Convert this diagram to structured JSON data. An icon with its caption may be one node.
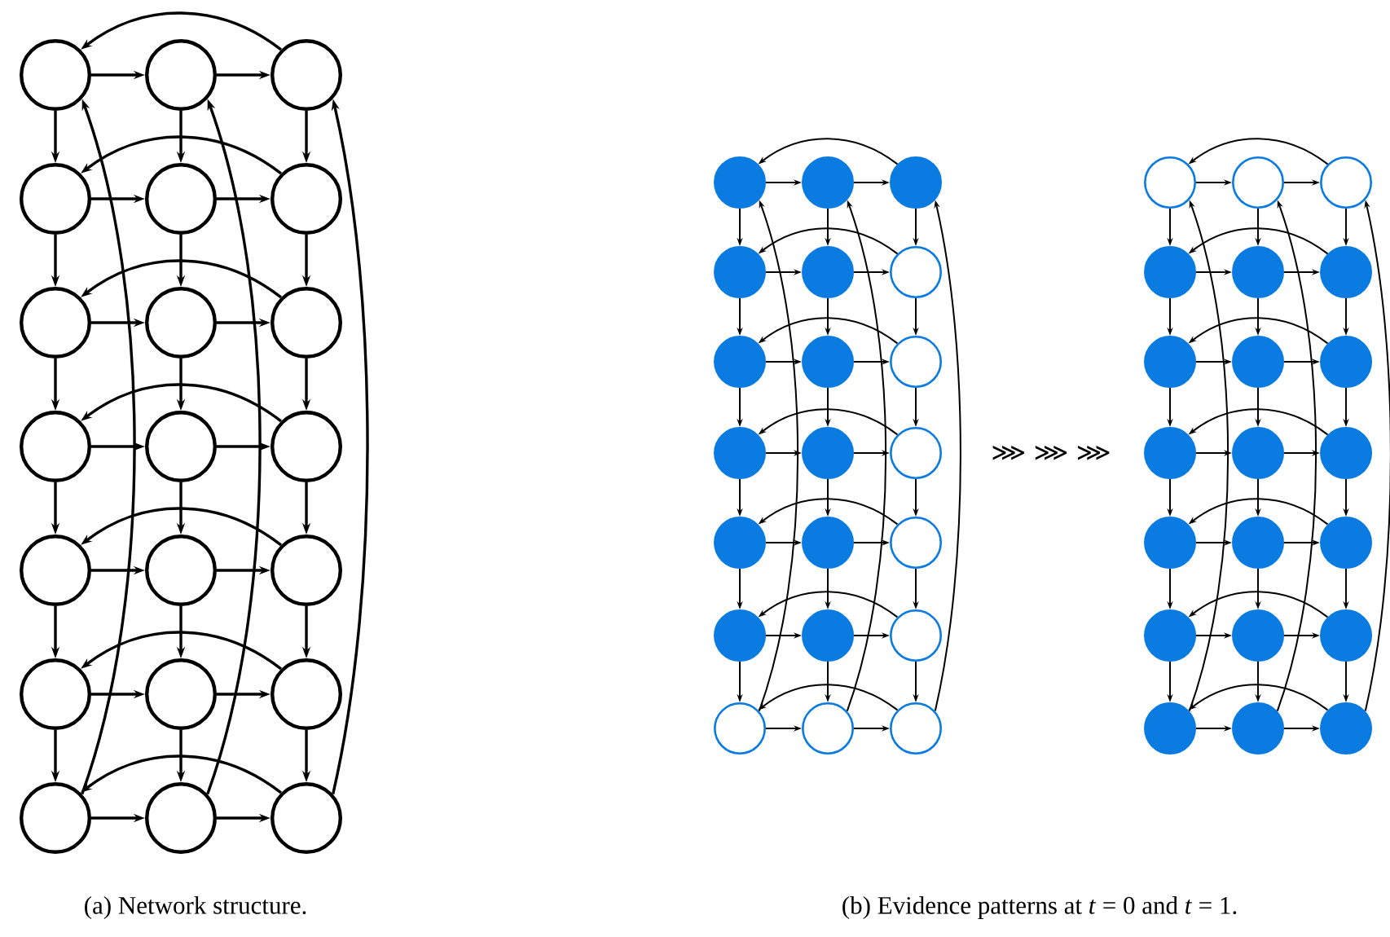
{
  "diagram": {
    "nodes": [
      {
        "text": [],
        "shape": "circle"
      },
      {
        "text": [],
        "shape": "circle"
      },
      {
        "text": [],
        "shape": "circle"
      },
      {
        "text": [],
        "shape": "circle"
      },
      {
        "text": [],
        "shape": "circle"
      },
      {
        "text": [],
        "shape": "circle"
      },
      {
        "text": [],
        "shape": "circle"
      },
      {
        "text": [],
        "shape": "circle"
      },
      {
        "text": [],
        "shape": "circle"
      },
      {
        "text": [],
        "shape": "circle"
      },
      {
        "text": [],
        "shape": "circle"
      },
      {
        "text": [],
        "shape": "circle"
      },
      {
        "text": [],
        "shape": "circle"
      },
      {
        "text": [],
        "shape": "circle"
      },
      {
        "text": [],
        "shape": "circle"
      },
      {
        "text": [],
        "shape": "circle"
      },
      {
        "text": [],
        "shape": "circle"
      },
      {
        "text": [],
        "shape": "circle"
      },
      {
        "text": [],
        "shape": "circle"
      },
      {
        "text": [],
        "shape": "circle"
      },
      {
        "text": [],
        "shape": "circle"
      },
      {
        "text": [],
        "shape": "dot"
      },
      {
        "text": [],
        "shape": "dot"
      },
      {
        "text": [],
        "shape": "dot"
      },
      {
        "text": [],
        "shape": "dot"
      },
      {
        "text": [],
        "shape": "dot"
      },
      {
        "text": [],
        "shape": "circle"
      },
      {
        "text": [],
        "shape": "dot"
      },
      {
        "text": [],
        "shape": "dot"
      },
      {
        "text": [],
        "shape": "circle"
      },
      {
        "text": [],
        "shape": "dot"
      },
      {
        "text": [],
        "shape": "dot"
      },
      {
        "text": [],
        "shape": "circle"
      },
      {
        "text": [],
        "shape": "dot"
      },
      {
        "text": [],
        "shape": "dot"
      },
      {
        "text": [],
        "shape": "circle"
      },
      {
        "text": [],
        "shape": "dot"
      },
      {
        "text": [],
        "shape": "dot"
      },
      {
        "text": [],
        "shape": "circle"
      },
      {
        "text": [],
        "shape": "circle"
      },
      {
        "text": [],
        "shape": "circle"
      },
      {
        "text": [],
        "shape": "circle"
      },
      {
        "text": [],
        "shape": "circle"
      },
      {
        "text": [],
        "shape": "circle"
      },
      {
        "text": [],
        "shape": "circle"
      },
      {
        "text": [],
        "shape": "dot"
      },
      {
        "text": [],
        "shape": "dot"
      },
      {
        "text": [],
        "shape": "dot"
      },
      {
        "text": [],
        "shape": "dot"
      },
      {
        "text": [],
        "shape": "dot"
      },
      {
        "text": [],
        "shape": "dot"
      },
      {
        "text": [],
        "shape": "dot"
      },
      {
        "text": [],
        "shape": "dot"
      },
      {
        "text": [],
        "shape": "dot"
      },
      {
        "text": [],
        "shape": "dot"
      },
      {
        "text": [],
        "shape": "dot"
      },
      {
        "text": [],
        "shape": "dot"
      },
      {
        "text": [],
        "shape": "dot"
      },
      {
        "text": [],
        "shape": "dot"
      },
      {
        "text": [],
        "shape": "dot"
      },
      {
        "text": [],
        "shape": "dot"
      },
      {
        "text": [],
        "shape": "dot"
      },
      {
        "text": [],
        "shape": "dot"
      }
    ],
    "edges": [
      {
        "from": 0,
        "to": 1,
        "arrow": "to"
      },
      {
        "from": 1,
        "to": 2,
        "arrow": "to"
      },
      {
        "from": 3,
        "to": 4,
        "arrow": "to"
      },
      {
        "from": 4,
        "to": 5,
        "arrow": "to"
      },
      {
        "from": 6,
        "to": 7,
        "arrow": "to"
      },
      {
        "from": 7,
        "to": 8,
        "arrow": "to"
      },
      {
        "from": 9,
        "to": 10,
        "arrow": "to"
      },
      {
        "from": 10,
        "to": 11,
        "arrow": "to"
      },
      {
        "from": 12,
        "to": 13,
        "arrow": "to"
      },
      {
        "from": 13,
        "to": 14,
        "arrow": "to"
      },
      {
        "from": 15,
        "to": 16,
        "arrow": "to"
      },
      {
        "from": 16,
        "to": 17,
        "arrow": "to"
      },
      {
        "from": 18,
        "to": 19,
        "arrow": "to"
      },
      {
        "from": 19,
        "to": 20,
        "arrow": "to"
      },
      {
        "from": 0,
        "to": 3,
        "arrow": "to"
      },
      {
        "from": 1,
        "to": 4,
        "arrow": "to"
      },
      {
        "from": 2,
        "to": 5,
        "arrow": "to"
      },
      {
        "from": 3,
        "to": 6,
        "arrow": "to"
      },
      {
        "from": 4,
        "to": 7,
        "arrow": "to"
      },
      {
        "from": 5,
        "to": 8,
        "arrow": "to"
      },
      {
        "from": 6,
        "to": 9,
        "arrow": "to"
      },
      {
        "from": 7,
        "to": 10,
        "arrow": "to"
      },
      {
        "from": 8,
        "to": 11,
        "arrow": "to"
      },
      {
        "from": 9,
        "to": 12,
        "arrow": "to"
      },
      {
        "from": 10,
        "to": 13,
        "arrow": "to"
      },
      {
        "from": 11,
        "to": 14,
        "arrow": "to"
      },
      {
        "from": 12,
        "to": 15,
        "arrow": "to"
      },
      {
        "from": 13,
        "to": 16,
        "arrow": "to"
      },
      {
        "from": 14,
        "to": 17,
        "arrow": "to"
      },
      {
        "from": 15,
        "to": 18,
        "arrow": "to"
      },
      {
        "from": 16,
        "to": 19,
        "arrow": "to"
      },
      {
        "from": 17,
        "to": 20,
        "arrow": "to"
      },
      {
        "from": 2,
        "to": 0,
        "arrow": "to"
      },
      {
        "from": 5,
        "to": 3,
        "arrow": "to"
      },
      {
        "from": 8,
        "to": 6,
        "arrow": "to"
      },
      {
        "from": 11,
        "to": 9,
        "arrow": "to"
      },
      {
        "from": 14,
        "to": 12,
        "arrow": "to"
      },
      {
        "from": 17,
        "to": 15,
        "arrow": "to"
      },
      {
        "from": 20,
        "to": 18,
        "arrow": "to"
      },
      {
        "from": 18,
        "to": 0,
        "arrow": "to"
      },
      {
        "from": 19,
        "to": 1,
        "arrow": "to"
      },
      {
        "from": 20,
        "to": 2,
        "arrow": "to"
      },
      {
        "from": 21,
        "to": 22,
        "arrow": "to"
      },
      {
        "from": 22,
        "to": 23,
        "arrow": "to"
      },
      {
        "from": 24,
        "to": 25,
        "arrow": "to"
      },
      {
        "from": 25,
        "to": 26,
        "arrow": "to"
      },
      {
        "from": 27,
        "to": 28,
        "arrow": "to"
      },
      {
        "from": 28,
        "to": 29,
        "arrow": "to"
      },
      {
        "from": 30,
        "to": 31,
        "arrow": "to"
      },
      {
        "from": 31,
        "to": 32,
        "arrow": "to"
      },
      {
        "from": 33,
        "to": 34,
        "arrow": "to"
      },
      {
        "from": 34,
        "to": 35,
        "arrow": "to"
      },
      {
        "from": 36,
        "to": 37,
        "arrow": "to"
      },
      {
        "from": 37,
        "to": 38,
        "arrow": "to"
      },
      {
        "from": 39,
        "to": 40,
        "arrow": "to"
      },
      {
        "from": 40,
        "to": 41,
        "arrow": "to"
      },
      {
        "from": 21,
        "to": 24,
        "arrow": "to"
      },
      {
        "from": 22,
        "to": 25,
        "arrow": "to"
      },
      {
        "from": 23,
        "to": 26,
        "arrow": "to"
      },
      {
        "from": 24,
        "to": 27,
        "arrow": "to"
      },
      {
        "from": 25,
        "to": 28,
        "arrow": "to"
      },
      {
        "from": 26,
        "to": 29,
        "arrow": "to"
      },
      {
        "from": 27,
        "to": 30,
        "arrow": "to"
      },
      {
        "from": 28,
        "to": 31,
        "arrow": "to"
      },
      {
        "from": 29,
        "to": 32,
        "arrow": "to"
      },
      {
        "from": 30,
        "to": 33,
        "arrow": "to"
      },
      {
        "from": 31,
        "to": 34,
        "arrow": "to"
      },
      {
        "from": 32,
        "to": 35,
        "arrow": "to"
      },
      {
        "from": 33,
        "to": 36,
        "arrow": "to"
      },
      {
        "from": 34,
        "to": 37,
        "arrow": "to"
      },
      {
        "from": 35,
        "to": 38,
        "arrow": "to"
      },
      {
        "from": 36,
        "to": 39,
        "arrow": "to"
      },
      {
        "from": 37,
        "to": 40,
        "arrow": "to"
      },
      {
        "from": 38,
        "to": 41,
        "arrow": "to"
      },
      {
        "from": 23,
        "to": 21,
        "arrow": "to"
      },
      {
        "from": 26,
        "to": 24,
        "arrow": "to"
      },
      {
        "from": 29,
        "to": 27,
        "arrow": "to"
      },
      {
        "from": 32,
        "to": 30,
        "arrow": "to"
      },
      {
        "from": 35,
        "to": 33,
        "arrow": "to"
      },
      {
        "from": 38,
        "to": 36,
        "arrow": "to"
      },
      {
        "from": 41,
        "to": 39,
        "arrow": "to"
      },
      {
        "from": 39,
        "to": 21,
        "arrow": "to"
      },
      {
        "from": 40,
        "to": 22,
        "arrow": "to"
      },
      {
        "from": 41,
        "to": 23,
        "arrow": "to"
      },
      {
        "from": 42,
        "to": 43,
        "arrow": "to"
      },
      {
        "from": 43,
        "to": 44,
        "arrow": "to"
      },
      {
        "from": 45,
        "to": 46,
        "arrow": "to"
      },
      {
        "from": 46,
        "to": 47,
        "arrow": "to"
      },
      {
        "from": 48,
        "to": 49,
        "arrow": "to"
      },
      {
        "from": 49,
        "to": 50,
        "arrow": "to"
      },
      {
        "from": 51,
        "to": 52,
        "arrow": "to"
      },
      {
        "from": 52,
        "to": 53,
        "arrow": "to"
      },
      {
        "from": 54,
        "to": 55,
        "arrow": "to"
      },
      {
        "from": 55,
        "to": 56,
        "arrow": "to"
      },
      {
        "from": 57,
        "to": 58,
        "arrow": "to"
      },
      {
        "from": 58,
        "to": 59,
        "arrow": "to"
      },
      {
        "from": 60,
        "to": 61,
        "arrow": "to"
      },
      {
        "from": 61,
        "to": 62,
        "arrow": "to"
      },
      {
        "from": 42,
        "to": 45,
        "arrow": "to"
      },
      {
        "from": 43,
        "to": 46,
        "arrow": "to"
      },
      {
        "from": 44,
        "to": 47,
        "arrow": "to"
      },
      {
        "from": 45,
        "to": 48,
        "arrow": "to"
      },
      {
        "from": 46,
        "to": 49,
        "arrow": "to"
      },
      {
        "from": 47,
        "to": 50,
        "arrow": "to"
      },
      {
        "from": 48,
        "to": 51,
        "arrow": "to"
      },
      {
        "from": 49,
        "to": 52,
        "arrow": "to"
      },
      {
        "from": 50,
        "to": 53,
        "arrow": "to"
      },
      {
        "from": 51,
        "to": 54,
        "arrow": "to"
      },
      {
        "from": 52,
        "to": 55,
        "arrow": "to"
      },
      {
        "from": 53,
        "to": 56,
        "arrow": "to"
      },
      {
        "from": 54,
        "to": 57,
        "arrow": "to"
      },
      {
        "from": 55,
        "to": 58,
        "arrow": "to"
      },
      {
        "from": 56,
        "to": 59,
        "arrow": "to"
      },
      {
        "from": 57,
        "to": 60,
        "arrow": "to"
      },
      {
        "from": 58,
        "to": 61,
        "arrow": "to"
      },
      {
        "from": 59,
        "to": 62,
        "arrow": "to"
      },
      {
        "from": 44,
        "to": 42,
        "arrow": "to"
      },
      {
        "from": 47,
        "to": 45,
        "arrow": "to"
      },
      {
        "from": 50,
        "to": 48,
        "arrow": "to"
      },
      {
        "from": 53,
        "to": 51,
        "arrow": "to"
      },
      {
        "from": 56,
        "to": 54,
        "arrow": "to"
      },
      {
        "from": 59,
        "to": 57,
        "arrow": "to"
      },
      {
        "from": 62,
        "to": 60,
        "arrow": "to"
      },
      {
        "from": 60,
        "to": 42,
        "arrow": "to"
      },
      {
        "from": 61,
        "to": 43,
        "arrow": "to"
      },
      {
        "from": 62,
        "to": 44,
        "arrow": "to"
      }
    ],
    "labels": [
      "⋙ ⋙ ⋙",
      "(a) Network structure.",
      "(b) Evidence patterns at *t* = 0 and *t* = 1."
    ]
  }
}
